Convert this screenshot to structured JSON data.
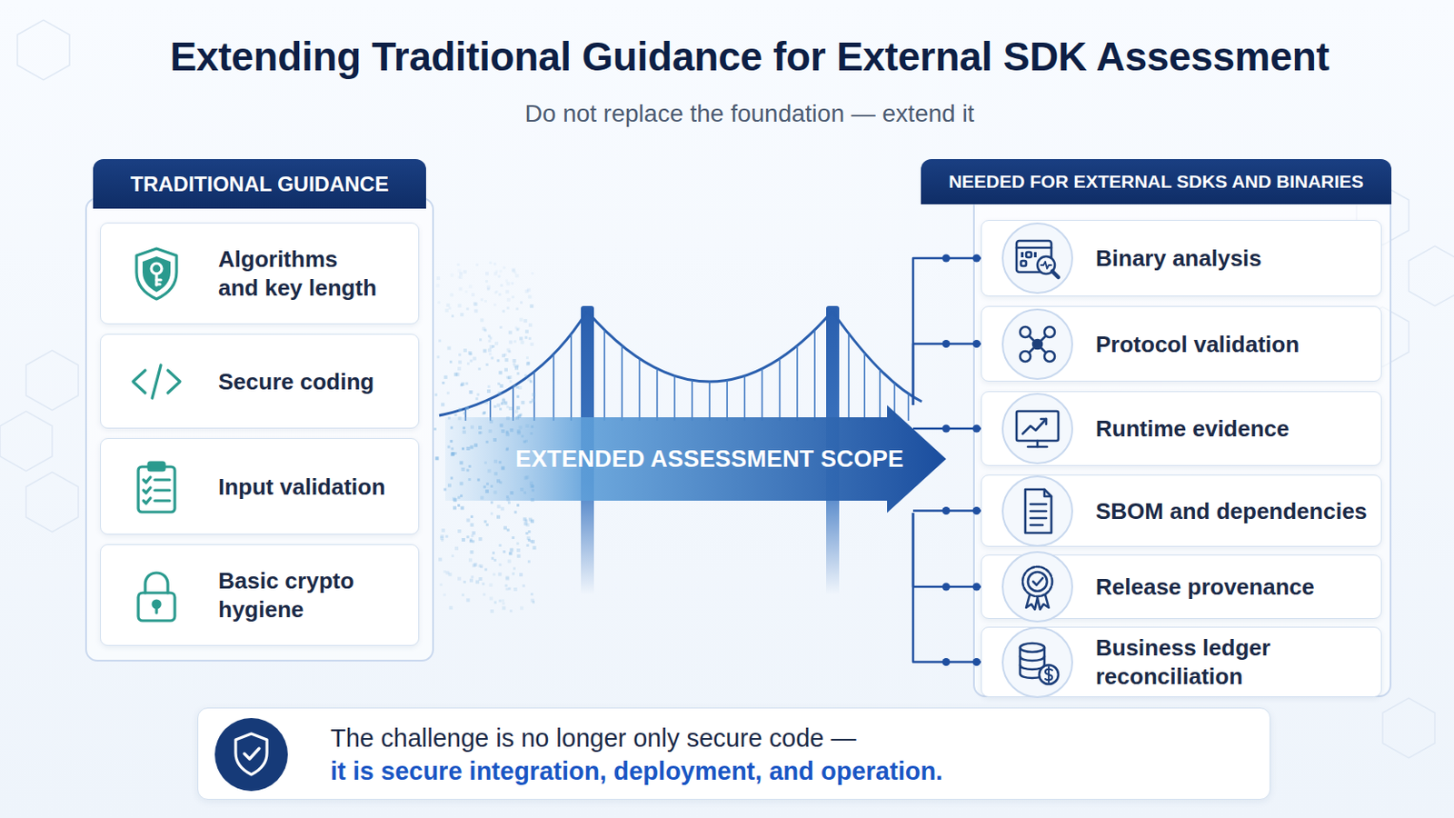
{
  "diagram": {
    "title": "Extending Traditional Guidance for External SDK Assessment",
    "nodes": [
      {
        "text": [
          "TRADITIONAL GUIDANCE"
        ]
      },
      {
        "text": [
          "Algorithms and key length"
        ],
        "in": 0
      },
      {
        "text": [
          "Secure coding"
        ],
        "in": 0
      },
      {
        "text": [
          "Input validation"
        ],
        "in": 0
      },
      {
        "text": [
          "Basic crypto hygiene"
        ],
        "in": 0
      },
      {
        "text": [
          "EXTENDED ASSESSMENT SCOPE"
        ]
      },
      {
        "text": [
          "NEEDED FOR EXTERNAL SDKS AND BINARIES"
        ]
      },
      {
        "text": [
          "Binary analysis"
        ],
        "in": 6
      },
      {
        "text": [
          "Protocol validation"
        ],
        "in": 6
      },
      {
        "text": [
          "Runtime evidence"
        ],
        "in": 6
      },
      {
        "text": [
          "SBOM and dependencies"
        ],
        "in": 6
      },
      {
        "text": [
          "Release provenance"
        ],
        "in": 6
      },
      {
        "text": [
          "Business ledger reconciliation"
        ],
        "in": 6
      },
      {
        "text": [
          "The challenge is no longer only secure code —",
          "it is secure integration, deployment, and operation."
        ]
      }
    ],
    "edges": [
      {
        "from": 5,
        "to": 7,
        "arrow": "none"
      },
      {
        "from": 5,
        "to": 8,
        "arrow": "none"
      },
      {
        "from": 5,
        "to": 9,
        "arrow": "none"
      },
      {
        "from": 5,
        "to": 10,
        "arrow": "none"
      },
      {
        "from": 5,
        "to": 11,
        "arrow": "none"
      },
      {
        "from": 5,
        "to": 12,
        "arrow": "none"
      }
    ],
    "labels": [
      "Do not replace the foundation — extend it"
    ]
  }
}
